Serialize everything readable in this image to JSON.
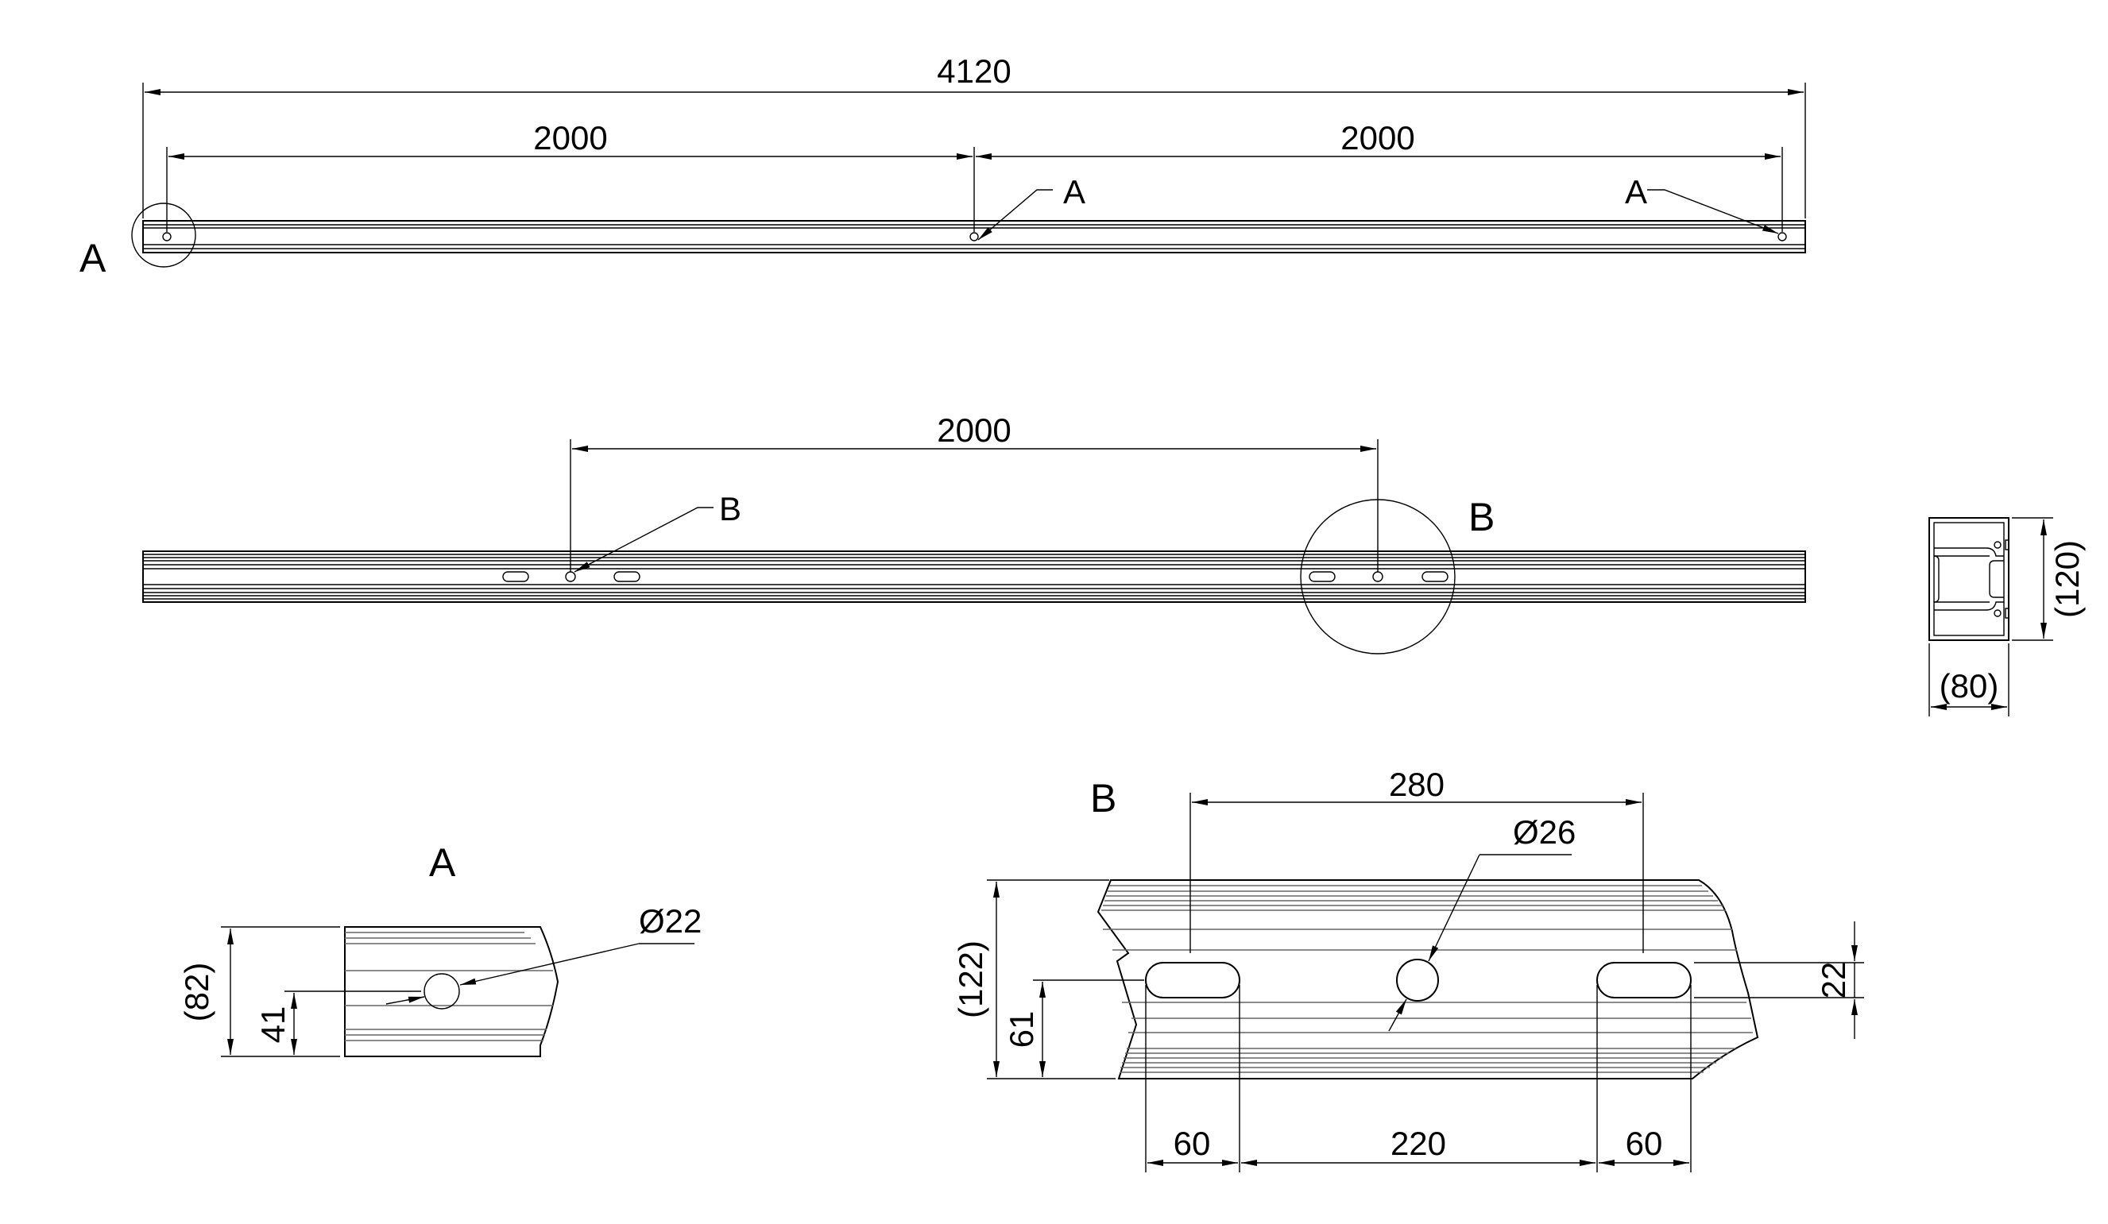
{
  "views": {
    "top": {
      "overall": "4120",
      "span_left": "2000",
      "span_right": "2000",
      "detail_label": "A",
      "callout_mid": "A",
      "callout_right": "A"
    },
    "side": {
      "span": "2000",
      "callout": "B",
      "detail_label": "B"
    },
    "section": {
      "height": "(120)",
      "width": "(80)"
    },
    "detail_a": {
      "label": "A",
      "height": "(82)",
      "hole_offset": "41",
      "hole_dia": "Ø22"
    },
    "detail_b": {
      "label": "B",
      "slot_span": "280",
      "hole_dia": "Ø26",
      "height": "(122)",
      "hole_height": "61",
      "slot_width": "22",
      "slot_left": "60",
      "hole_spacing": "220",
      "slot_right": "60"
    }
  }
}
